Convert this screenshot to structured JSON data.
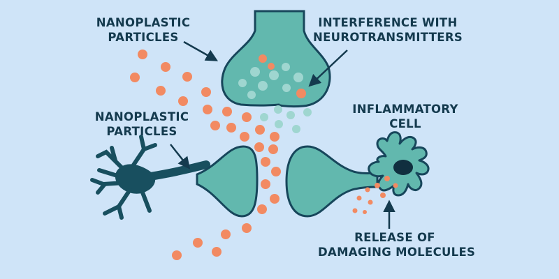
{
  "labels": {
    "particles_top": [
      "NANOPLASTIC",
      "PARTICLES"
    ],
    "interference": [
      "INTERFERENCE WITH",
      "NEUROTRANSMITTERS"
    ],
    "particles_mid": [
      "NANOPLASTIC",
      "PARTICLES"
    ],
    "inflammatory": [
      "INFLAMMATORY",
      "CELL"
    ],
    "release": [
      "RELEASE OF",
      "DAMAGING MOLECULES"
    ]
  },
  "colors": {
    "background": "#cfe4f8",
    "neuron_fill": "#62b8ae",
    "neuron_stroke": "#17465b",
    "soma": "#184f5f",
    "nanoplastic": "#f28a62",
    "neurotransmitter": "#9fd6d0",
    "text": "#143a4e"
  }
}
